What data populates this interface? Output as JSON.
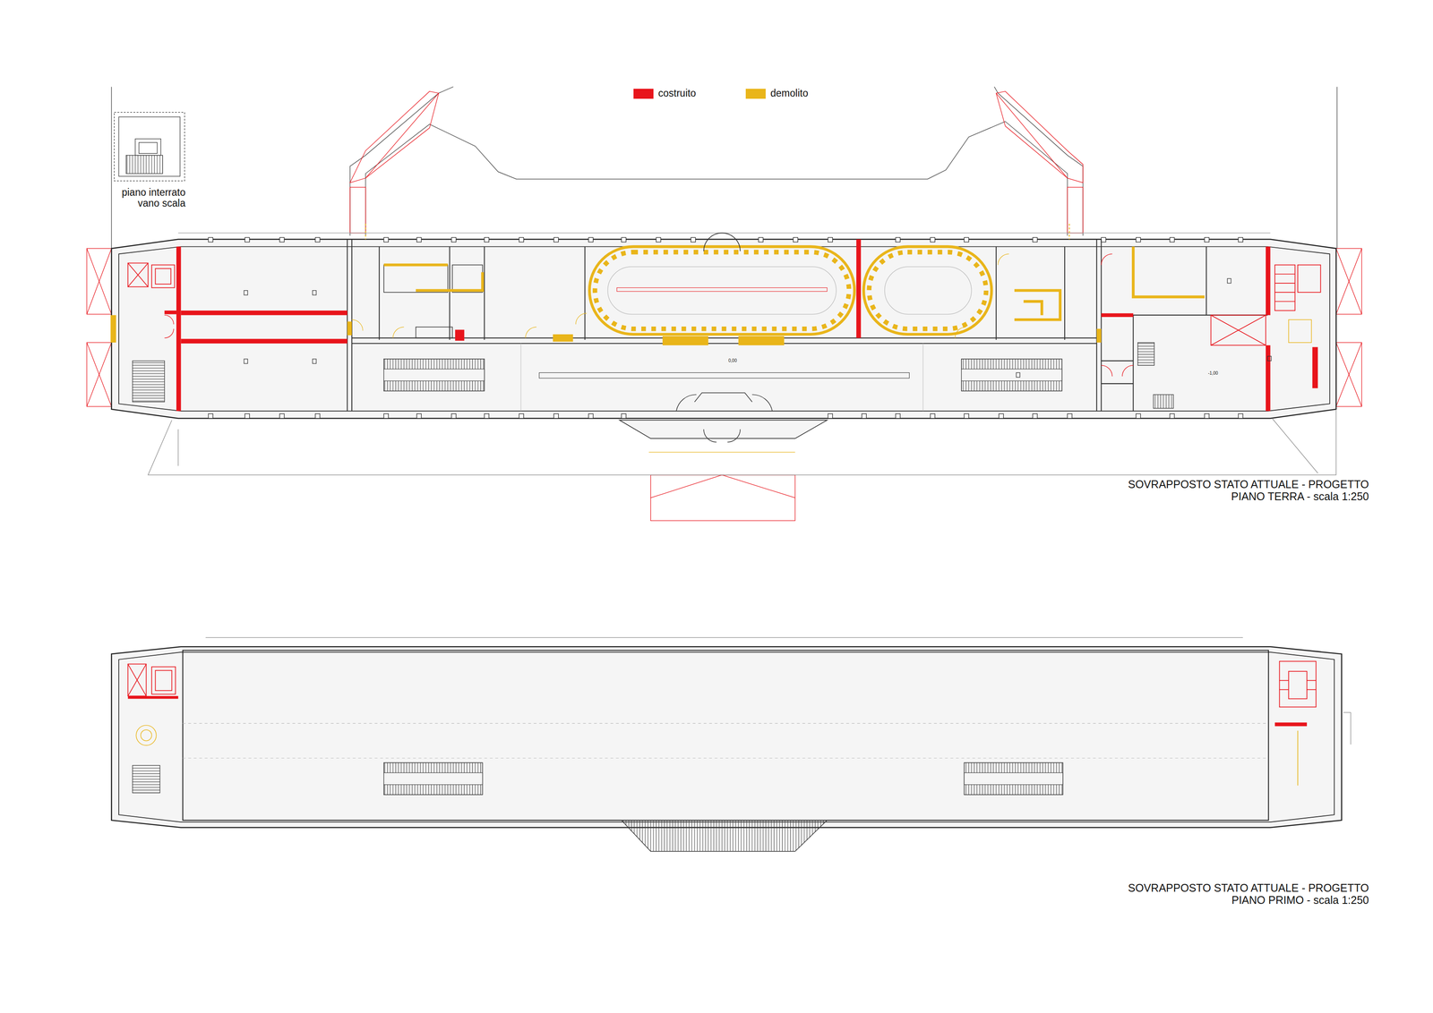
{
  "diagram": {
    "labels": [
      "piano interrato vano scala",
      "0,00",
      "-1,00",
      "SOVRAPPOSTO STATO ATTUALE - PROGETTO",
      "PIANO TERRA - scala 1:250",
      "SOVRAPPOSTO STATO ATTUALE - PROGETTO",
      "PIANO PRIMO - scala 1:250"
    ],
    "legend": [
      {
        "text": "costruito",
        "color": "#e8141b"
      },
      {
        "text": "demolito",
        "color": "#e9b51a"
      }
    ]
  }
}
